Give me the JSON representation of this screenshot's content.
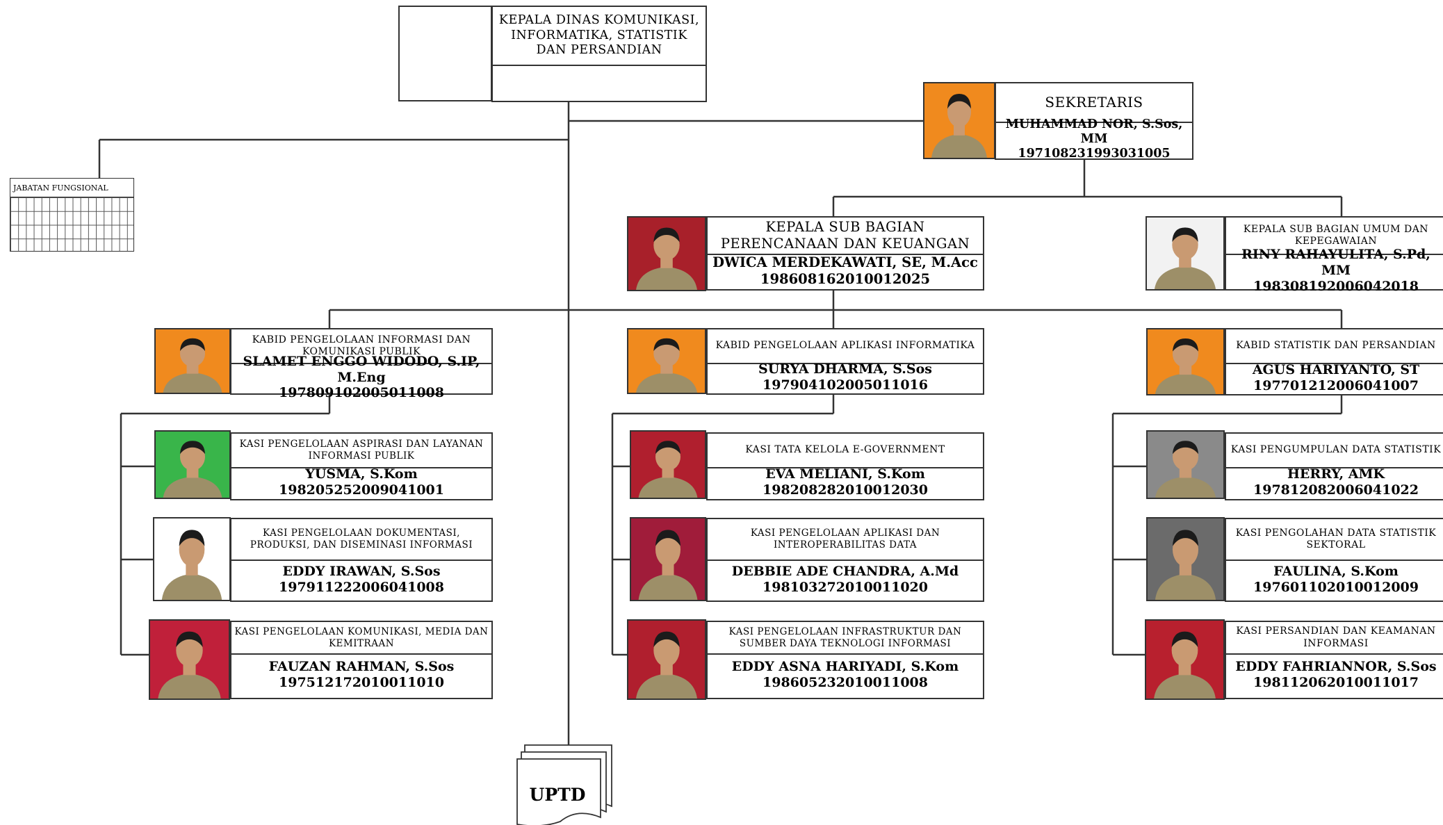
{
  "head": {
    "title": "KEPALA DINAS KOMUNIKASI, INFORMATIKA, STATISTIK DAN PERSANDIAN",
    "name": ""
  },
  "sekretaris": {
    "title": "SEKRETARIS",
    "name": "MUHAMMAD NOR, S.Sos, MM",
    "nip": "197108231993031005",
    "bg": "#f08a1e"
  },
  "jabatan_fungsional": {
    "title": "JABATAN FUNGSIONAL"
  },
  "subbag": [
    {
      "title": "KEPALA SUB BAGIAN PERENCANAAN DAN KEUANGAN",
      "name": "DWICA MERDEKAWATI, SE, M.Acc",
      "nip": "198608162010012025",
      "bg": "#a8202a"
    },
    {
      "title": "KEPALA SUB BAGIAN UMUM DAN KEPEGAWAIAN",
      "name": "RINY RAHAYULITA, S.Pd, MM",
      "nip": "198308192006042018",
      "bg": "#f2f2f2"
    }
  ],
  "bidang": [
    {
      "kabid": {
        "title": "KABID PENGELOLAAN INFORMASI DAN KOMUNIKASI PUBLIK",
        "name": "SLAMET ENGGO WIDODO, S.IP, M.Eng",
        "nip": "197809102005011008",
        "bg": "#f08a1e"
      },
      "kasi": [
        {
          "title": "KASI PENGELOLAAN ASPIRASI DAN LAYANAN INFORMASI PUBLIK",
          "name": "YUSMA, S.Kom",
          "nip": "198205252009041001",
          "bg": "#39b54a"
        },
        {
          "title": "KASI PENGELOLAAN DOKUMENTASI, PRODUKSI, DAN DISEMINASI INFORMASI",
          "name": "EDDY IRAWAN, S.Sos",
          "nip": "197911222006041008",
          "bg": "#ffffff"
        },
        {
          "title": "KASI PENGELOLAAN KOMUNIKASI, MEDIA DAN KEMITRAAN",
          "name": "FAUZAN RAHMAN, S.Sos",
          "nip": "197512172010011010",
          "bg": "#c0203a"
        }
      ]
    },
    {
      "kabid": {
        "title": "KABID PENGELOLAAN APLIKASI INFORMATIKA",
        "name": "SURYA DHARMA, S.Sos",
        "nip": "197904102005011016",
        "bg": "#f08a1e"
      },
      "kasi": [
        {
          "title": "KASI TATA KELOLA E-GOVERNMENT",
          "name": "EVA MELIANI, S.Kom",
          "nip": "198208282010012030",
          "bg": "#b01f2e"
        },
        {
          "title": "KASI PENGELOLAAN APLIKASI DAN INTEROPERABILITAS DATA",
          "name": "DEBBIE ADE CHANDRA, A.Md",
          "nip": "198103272010011020",
          "bg": "#a01c3a"
        },
        {
          "title": "KASI PENGELOLAAN INFRASTRUKTUR DAN SUMBER DAYA TEKNOLOGI INFORMASI",
          "name": "EDDY ASNA HARIYADI, S.Kom",
          "nip": "198605232010011008",
          "bg": "#b01f2e"
        }
      ]
    },
    {
      "kabid": {
        "title": "KABID STATISTIK DAN PERSANDIAN",
        "name": "AGUS HARIYANTO, ST",
        "nip": "197701212006041007",
        "bg": "#f08a1e"
      },
      "kasi": [
        {
          "title": "KASI PENGUMPULAN DATA STATISTIK",
          "name": "HERRY, AMK",
          "nip": "197812082006041022",
          "bg": "#8a8a8a"
        },
        {
          "title": "KASI PENGOLAHAN DATA STATISTIK SEKTORAL",
          "name": "FAULINA, S.Kom",
          "nip": "197601102010012009",
          "bg": "#6b6b6b"
        },
        {
          "title": "KASI PERSANDIAN DAN KEAMANAN INFORMASI",
          "name": "EDDY FAHRIANNOR, S.Sos",
          "nip": "198112062010011017",
          "bg": "#b8202e"
        }
      ]
    }
  ],
  "uptd": {
    "label": "UPTD"
  },
  "colors": {
    "line": "#333333",
    "skin": "#c99a72",
    "hair": "#1b1b1b",
    "shirt_khaki": "#9d8f68"
  }
}
